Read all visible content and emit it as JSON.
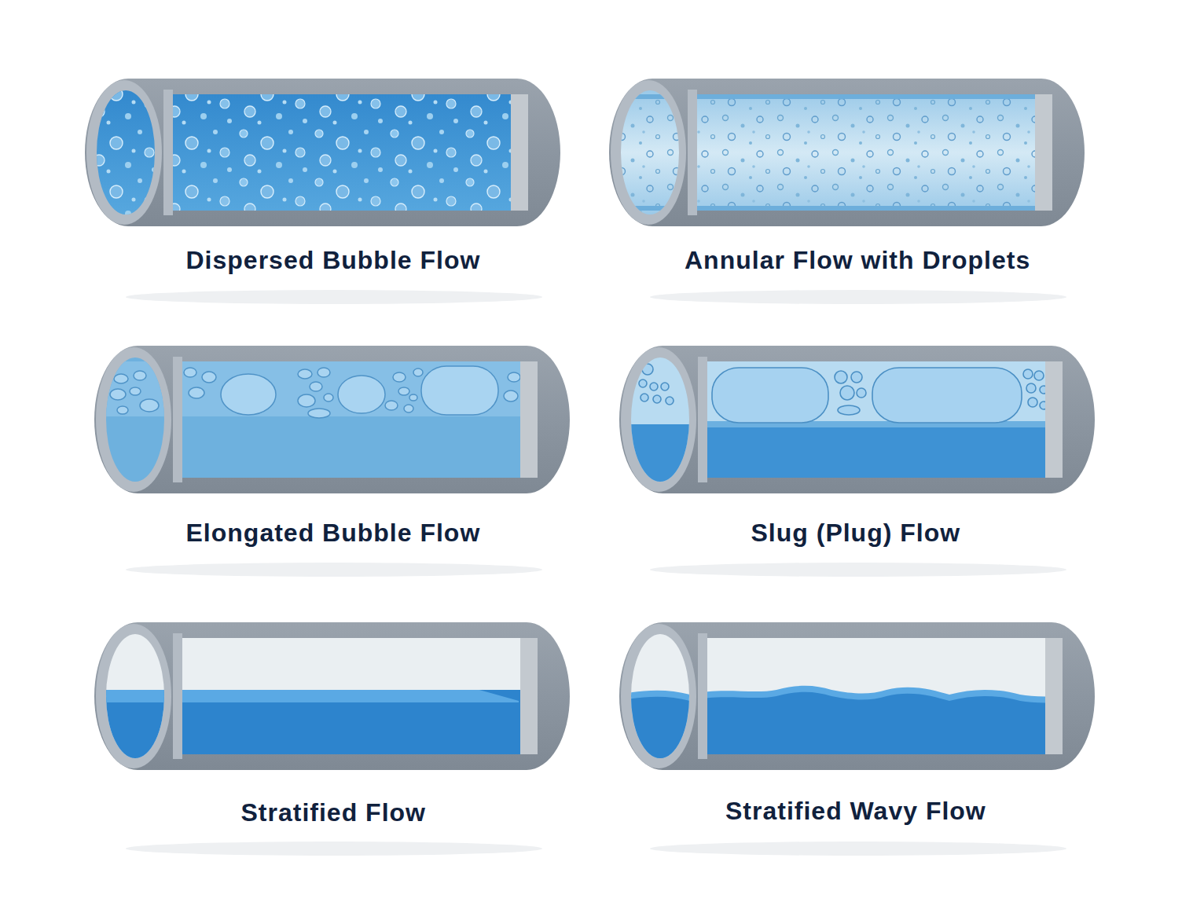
{
  "diagram": {
    "labels": [
      "Dispersed Bubble Flow",
      "Annular Flow with Droplets",
      "Elongated Bubble Flow",
      "Slug (Plug) Flow",
      "Stratified Flow",
      "Stratified Wavy Flow"
    ]
  }
}
